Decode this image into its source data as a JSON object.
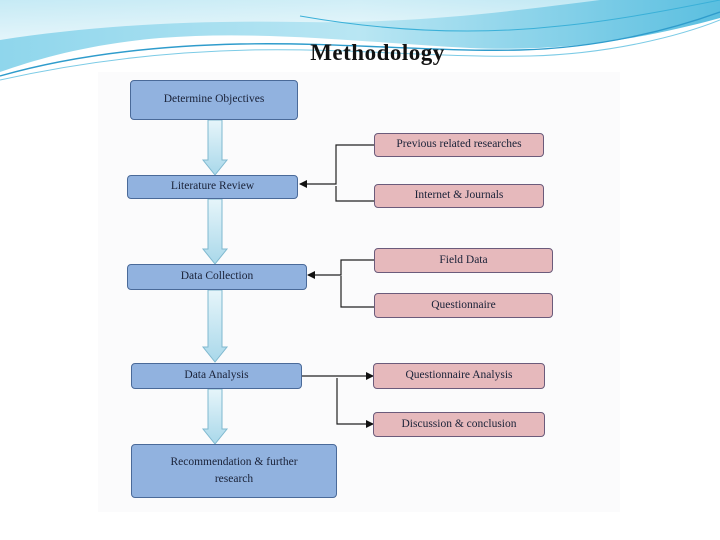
{
  "slide": {
    "title": "Methodology"
  },
  "steps": [
    {
      "label": "Determine Objectives"
    },
    {
      "label": "Literature Review"
    },
    {
      "label": "Data Collection"
    },
    {
      "label": "Data Analysis"
    },
    {
      "label": "Recommendation & further research"
    }
  ],
  "inputs": [
    {
      "label": "Previous related researches"
    },
    {
      "label": "Internet & Journals"
    },
    {
      "label": "Field Data"
    },
    {
      "label": "Questionnaire"
    },
    {
      "label": "Questionnaire  Analysis"
    },
    {
      "label": "Discussion & conclusion"
    }
  ],
  "colors": {
    "step_fill": "#91b2df",
    "input_fill": "#e6b9bc",
    "arrow_fill": "#cfe9f4",
    "header_wave": "#3ab0d8"
  }
}
